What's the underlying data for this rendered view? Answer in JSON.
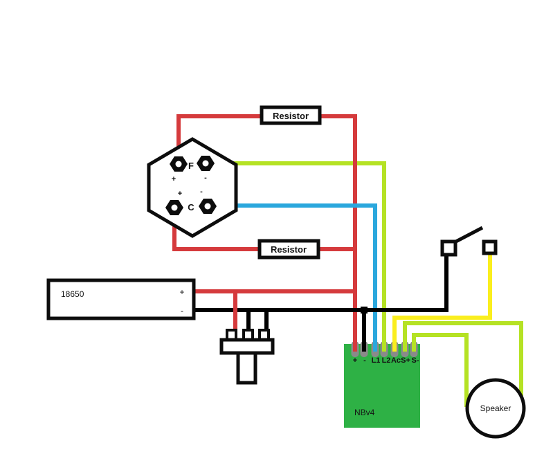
{
  "colors": {
    "wire_red": "#d53a3c",
    "wire_lime": "#b5e224",
    "wire_yellow": "#faee1e",
    "wire_blue": "#2aa7dd",
    "wire_black": "#000000",
    "board_green": "#2eb145",
    "pin_gray": "#8a8a8a",
    "outline_black": "#0d0d0d"
  },
  "components": {
    "resistor_top": {
      "label": "Resistor"
    },
    "resistor_bottom": {
      "label": "Resistor"
    },
    "battery": {
      "label": "18650",
      "positive": "+",
      "negative": "-"
    },
    "tube_socket": {
      "filament_label": "F",
      "filament_positive": "+",
      "filament_negative": "-",
      "cathode_label": "C",
      "cathode_positive": "+",
      "cathode_negative": "-"
    },
    "driver_board": {
      "label": "NBv4",
      "terminals": [
        "+",
        "-",
        "L1",
        "L2",
        "Ac",
        "S+",
        "S-"
      ]
    },
    "speaker": {
      "label": "Speaker"
    }
  }
}
